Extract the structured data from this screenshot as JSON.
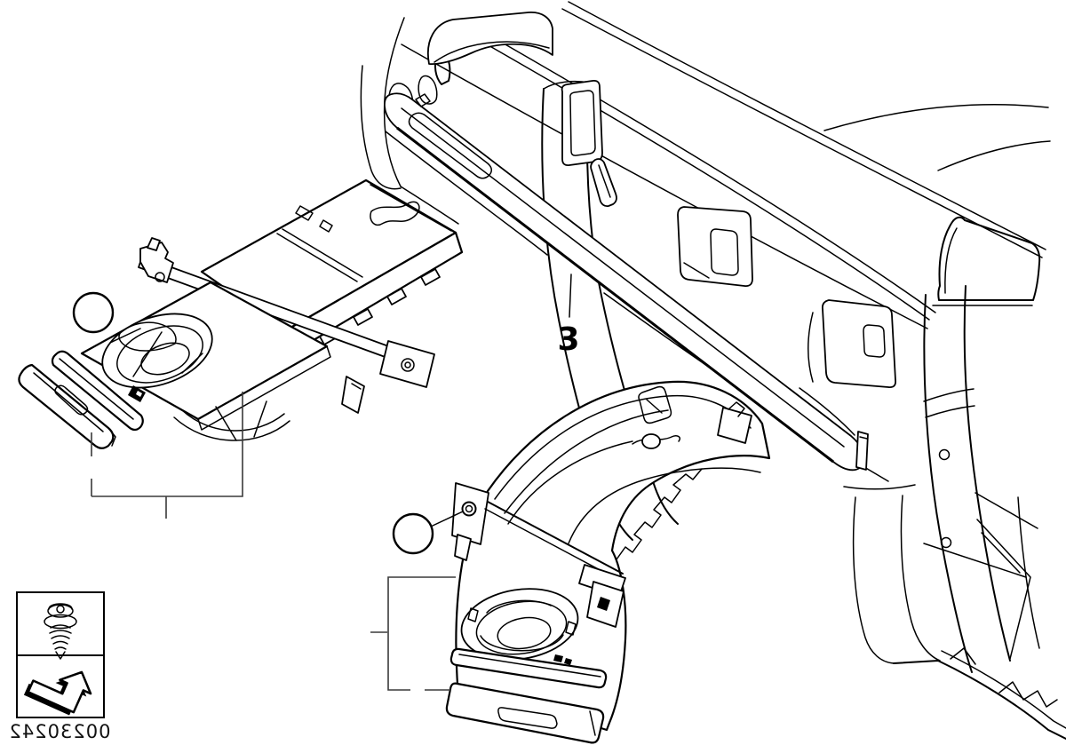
{
  "diagram": {
    "background": "#ffffff",
    "line_color": "#000000",
    "part_label_3": "3",
    "callout_left_text": "",
    "callout_center_text": "",
    "footer_image_id": "00230242"
  },
  "legend": {
    "screw_icon": "self-tapping-screw",
    "arrow_icon": "installation-direction-arrow"
  }
}
